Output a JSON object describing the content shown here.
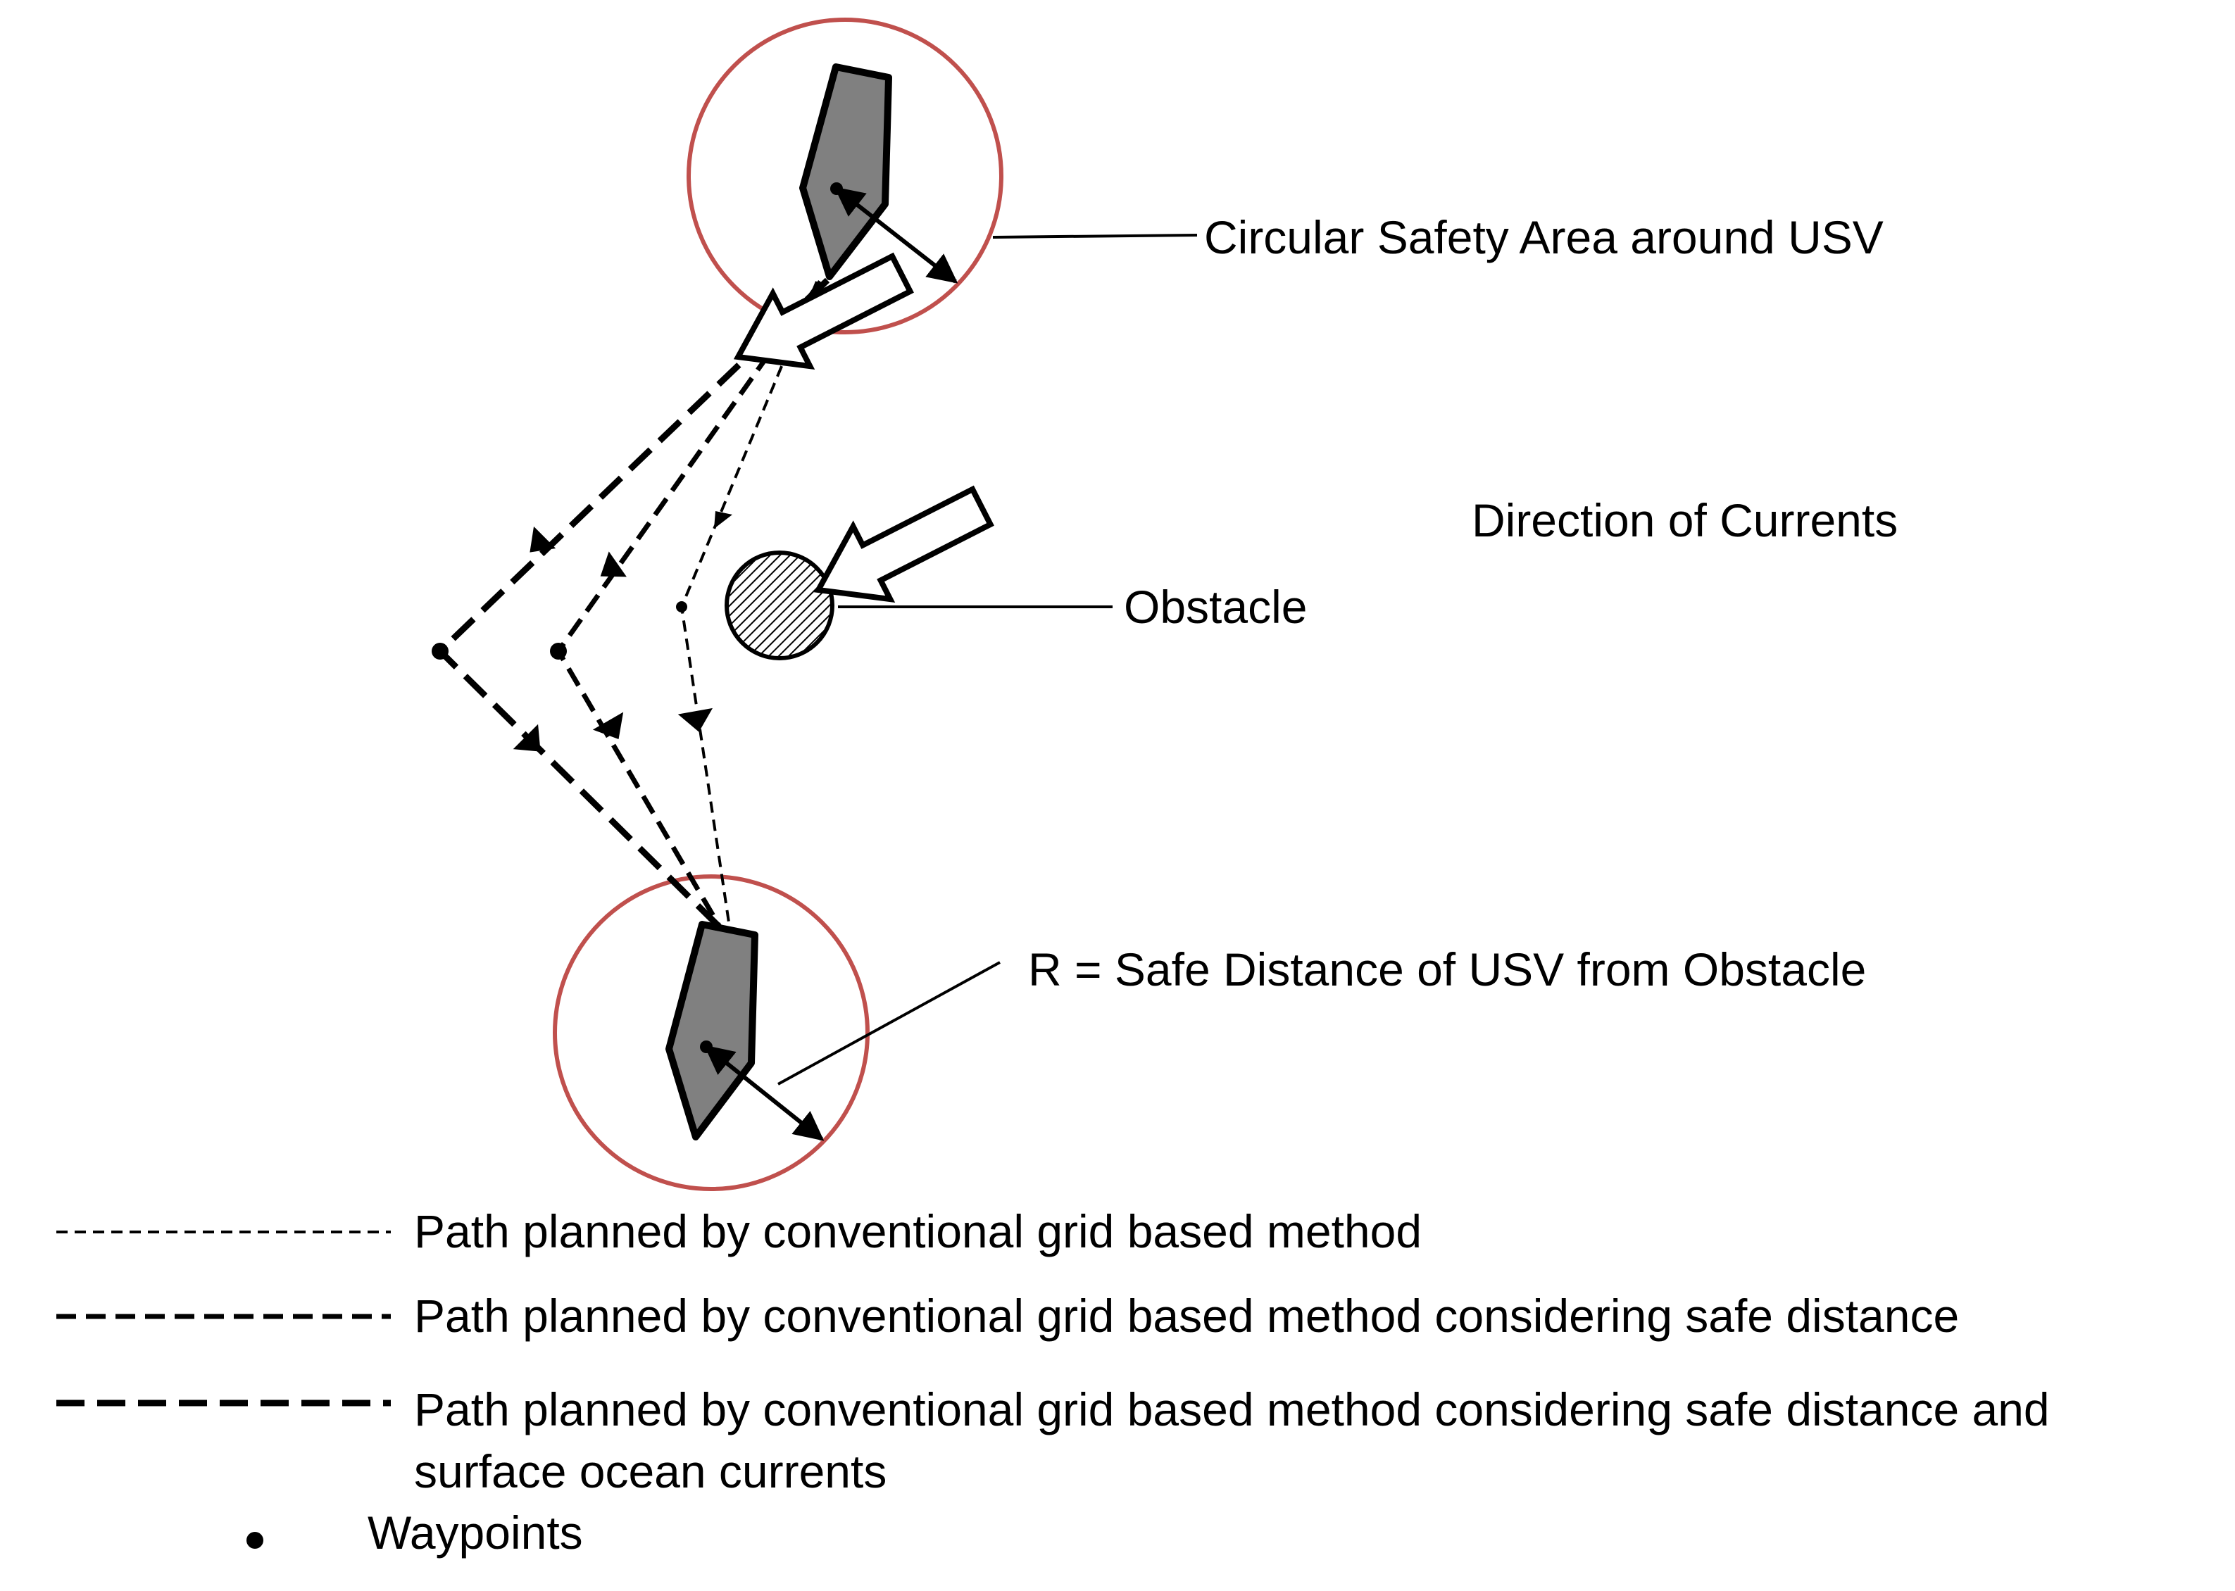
{
  "labels": {
    "safety_area": "Circular Safety Area around USV",
    "currents": "Direction of Currents",
    "obstacle": "Obstacle",
    "safe_distance": "R = Safe Distance of USV from Obstacle"
  },
  "legend": {
    "item1": "Path planned by conventional grid based method",
    "item2": "Path planned by conventional grid based method considering safe distance",
    "item3_line1": "Path planned by conventional grid based method considering safe distance and",
    "item3_line2": "surface ocean currents",
    "item4": "Waypoints"
  },
  "colors": {
    "safety_circle": "#c0504d",
    "usv_fill": "#808080",
    "line": "#000000"
  }
}
